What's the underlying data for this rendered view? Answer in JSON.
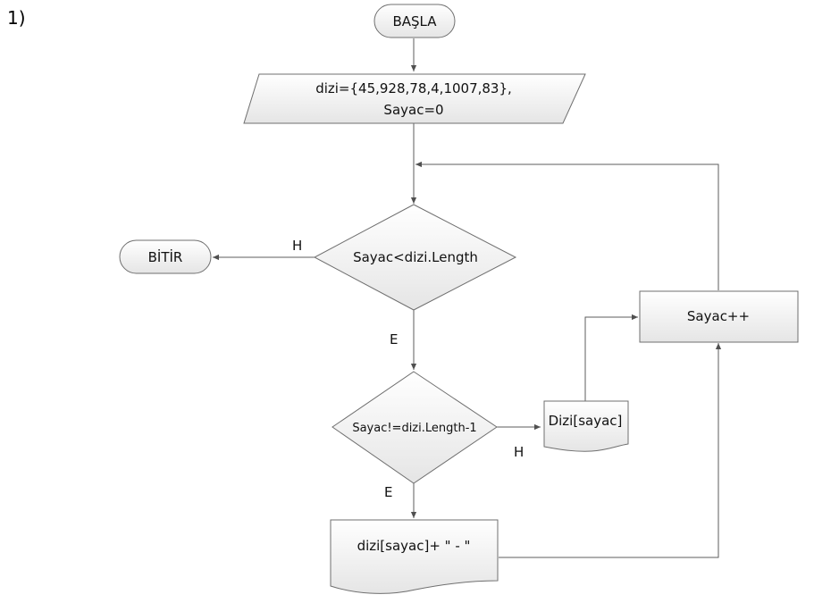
{
  "question_number": "1)",
  "nodes": {
    "start": "BAŞLA",
    "end": "BİTİR",
    "input_line1": "dizi={45,928,78,4,1007,83},",
    "input_line2": "Sayac=0",
    "loop_condition": "Sayac<dizi.Length",
    "inner_condition": "Sayac!=dizi.Length-1",
    "output_last": "Dizi[sayac]",
    "increment": "Sayac++",
    "output_item": "dizi[sayac]+ \" - \""
  },
  "edges": {
    "loop_no": "H",
    "loop_yes": "E",
    "inner_no": "H",
    "inner_yes": "E"
  },
  "colors": {
    "fill_top": "#ffffff",
    "fill_bottom": "#e5e5e5",
    "stroke": "#6f6f6f"
  }
}
